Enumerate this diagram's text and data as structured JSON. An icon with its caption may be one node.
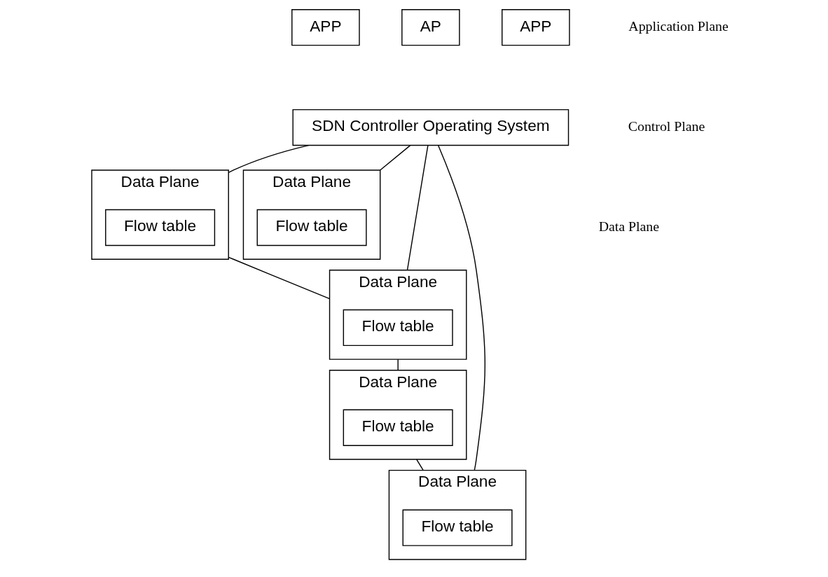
{
  "diagram": {
    "nodes": [
      {
        "text": [
          "APP"
        ]
      },
      {
        "text": [
          "AP"
        ]
      },
      {
        "text": [
          "APP"
        ]
      },
      {
        "text": [
          "SDN Controller Operating System"
        ]
      },
      {
        "text": [
          "Data Plane"
        ]
      },
      {
        "text": [
          "Flow table"
        ],
        "in": 4
      },
      {
        "text": [
          "Data Plane"
        ]
      },
      {
        "text": [
          "Flow table"
        ],
        "in": 6
      },
      {
        "text": [
          "Data Plane"
        ]
      },
      {
        "text": [
          "Flow table"
        ],
        "in": 8
      },
      {
        "text": [
          "Data Plane"
        ]
      },
      {
        "text": [
          "Flow table"
        ],
        "in": 10
      },
      {
        "text": [
          "Data Plane"
        ]
      },
      {
        "text": [
          "Flow table"
        ],
        "in": 12
      }
    ],
    "edges": [
      {
        "from": 3,
        "to": 4,
        "arrow": "none"
      },
      {
        "from": 3,
        "to": 10,
        "arrow": "none"
      },
      {
        "from": 3,
        "to": 6,
        "arrow": "none"
      },
      {
        "from": 3,
        "to": 8,
        "arrow": "none"
      },
      {
        "from": 4,
        "to": 10,
        "arrow": "none"
      },
      {
        "from": 10,
        "to": 12,
        "arrow": "none"
      },
      {
        "from": 12,
        "to": 8,
        "arrow": "none"
      }
    ],
    "labels": [
      "Application Plane",
      "Control Plane",
      "Data Plane"
    ]
  }
}
